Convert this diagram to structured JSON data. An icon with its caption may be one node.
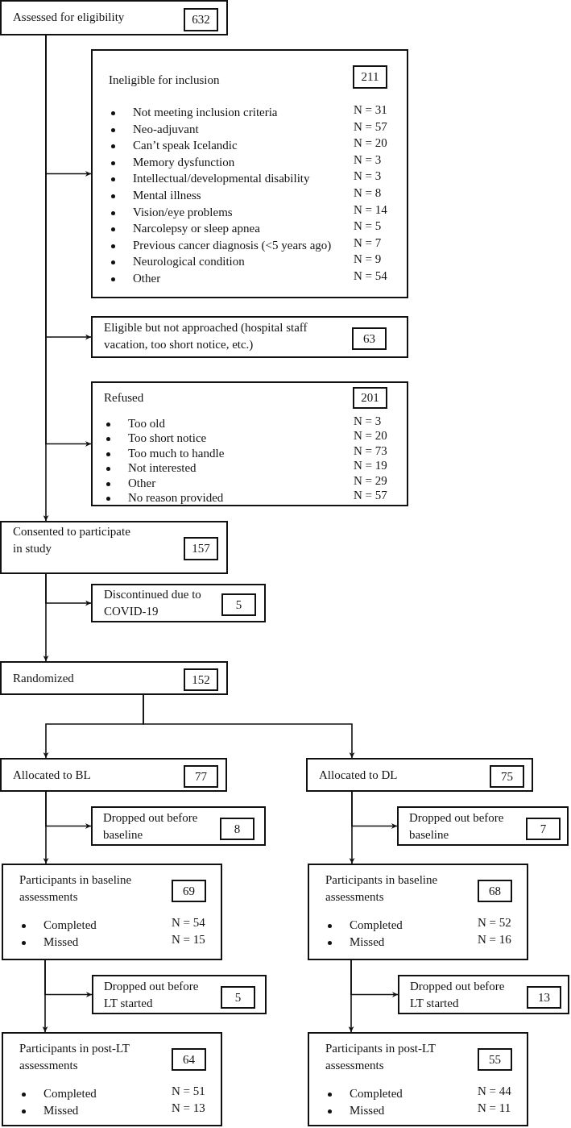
{
  "diagram": {
    "nodes": [
      {
        "text": [
          "Assessed for eligibility"
        ]
      },
      {
        "text": [
          "632"
        ],
        "in": 0
      },
      {
        "text": [
          "Ineligible for inclusion",
          "Not meeting inclusion criteria",
          "N = 31",
          "Neo-adjuvant",
          "N = 57",
          "Can’t speak Icelandic",
          "N = 20",
          "Memory dysfunction",
          "N = 3",
          "Intellectual/developmental disability",
          "N = 3",
          "Mental illness",
          "N = 8",
          "Vision/eye problems",
          "N = 14",
          "Narcolepsy or sleep apnea",
          "N = 5",
          "Previous cancer diagnosis (<5 years ago)",
          "N = 7",
          "Neurological condition",
          "N = 9",
          "Other",
          "N = 54"
        ]
      },
      {
        "text": [
          "211"
        ],
        "in": 2
      },
      {
        "text": [
          "Eligible but not approached (hospital staff vacation, too short notice, etc.)"
        ]
      },
      {
        "text": [
          "63"
        ],
        "in": 4
      },
      {
        "text": [
          "Refused",
          "Too old",
          "N = 3",
          "Too short notice",
          "N = 20",
          "Too much to handle",
          "N = 73",
          "Not interested",
          "N = 19",
          "Other",
          "N = 29",
          "No reason provided",
          "N = 57"
        ]
      },
      {
        "text": [
          "201"
        ],
        "in": 6
      },
      {
        "text": [
          "Consented to participate in study"
        ]
      },
      {
        "text": [
          "157"
        ],
        "in": 8
      },
      {
        "text": [
          "Discontinued due to COVID-19"
        ]
      },
      {
        "text": [
          "5"
        ],
        "in": 10
      },
      {
        "text": [
          "Randomized"
        ]
      },
      {
        "text": [
          "152"
        ],
        "in": 12
      },
      {
        "text": [
          "Allocated to BL"
        ]
      },
      {
        "text": [
          "77"
        ],
        "in": 14
      },
      {
        "text": [
          "Allocated to DL"
        ]
      },
      {
        "text": [
          "75"
        ],
        "in": 16
      },
      {
        "text": [
          "Dropped out before baseline"
        ]
      },
      {
        "text": [
          "8"
        ],
        "in": 18
      },
      {
        "text": [
          "Dropped out before baseline"
        ]
      },
      {
        "text": [
          "7"
        ],
        "in": 20
      },
      {
        "text": [
          "Participants in baseline assessments",
          "Completed",
          "N = 54",
          "Missed",
          "N = 15"
        ]
      },
      {
        "text": [
          "69"
        ],
        "in": 22
      },
      {
        "text": [
          "Participants in baseline assessments",
          "Completed",
          "N = 52",
          "Missed",
          "N = 16"
        ]
      },
      {
        "text": [
          "68"
        ],
        "in": 24
      },
      {
        "text": [
          "Dropped out before LT started"
        ]
      },
      {
        "text": [
          "5"
        ],
        "in": 26
      },
      {
        "text": [
          "Dropped out before LT started"
        ]
      },
      {
        "text": [
          "13"
        ],
        "in": 28
      },
      {
        "text": [
          "Participants in post-LT assessments",
          "Completed",
          "N = 51",
          "Missed",
          "N = 13"
        ]
      },
      {
        "text": [
          "64"
        ],
        "in": 30
      },
      {
        "text": [
          "Participants in post-LT assessments",
          "Completed",
          "N = 44",
          "Missed",
          "N = 11"
        ]
      },
      {
        "text": [
          "55"
        ],
        "in": 32
      }
    ],
    "edges": [
      {
        "from": 0,
        "to": 8,
        "arrow": "to"
      },
      {
        "from": 0,
        "to": 2,
        "arrow": "to"
      },
      {
        "from": 0,
        "to": 4,
        "arrow": "to"
      },
      {
        "from": 0,
        "to": 6,
        "arrow": "to"
      },
      {
        "from": 8,
        "to": 12,
        "arrow": "to"
      },
      {
        "from": 8,
        "to": 10,
        "arrow": "to"
      },
      {
        "from": 12,
        "to": 14,
        "arrow": "to"
      },
      {
        "from": 12,
        "to": 16,
        "arrow": "to"
      },
      {
        "from": 14,
        "to": 22,
        "arrow": "to"
      },
      {
        "from": 14,
        "to": 18,
        "arrow": "to"
      },
      {
        "from": 16,
        "to": 24,
        "arrow": "to"
      },
      {
        "from": 16,
        "to": 20,
        "arrow": "to"
      },
      {
        "from": 22,
        "to": 30,
        "arrow": "to"
      },
      {
        "from": 22,
        "to": 26,
        "arrow": "to"
      },
      {
        "from": 24,
        "to": 32,
        "arrow": "to"
      },
      {
        "from": 24,
        "to": 28,
        "arrow": "to"
      }
    ]
  }
}
